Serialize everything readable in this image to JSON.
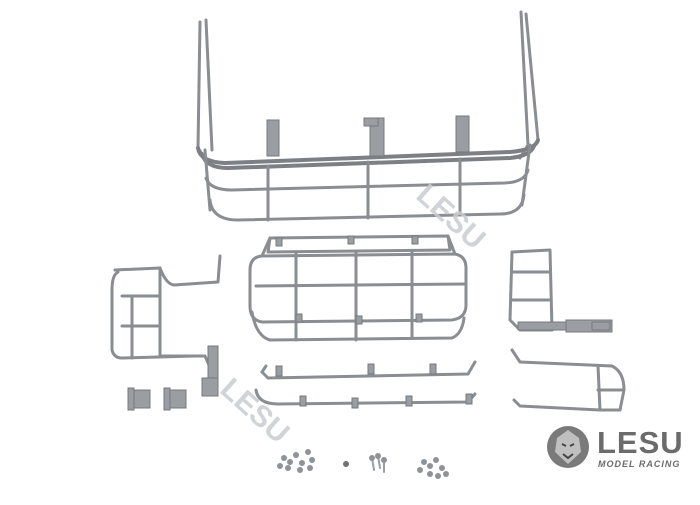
{
  "brand": {
    "wordmark": "LESU",
    "tagline": "MODEL RACING",
    "watermark": "LESU",
    "icon": "lion-head-logo-icon"
  },
  "colors": {
    "background": "#ffffff",
    "metal": "#8a8d91",
    "metal_dark": "#6f7276",
    "logo_gray": "#6b6b6b",
    "watermark": "#c9ccd0"
  },
  "parts": [
    "rear-guard-frame",
    "roof-rack-basket",
    "ladder-left",
    "ladder-right",
    "side-rail-upper",
    "side-rail-lower",
    "mount-brackets",
    "screw-set"
  ]
}
